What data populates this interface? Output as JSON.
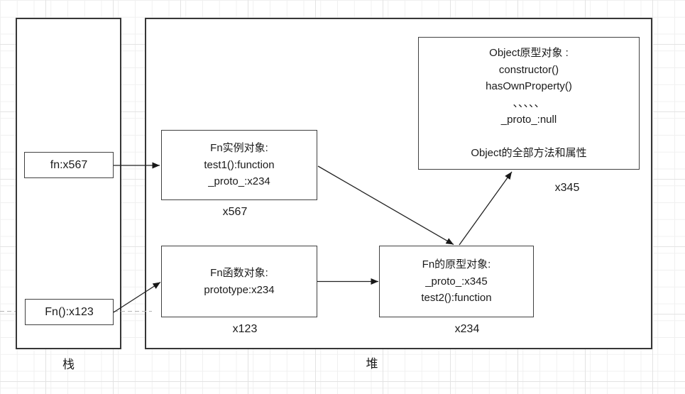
{
  "regions": {
    "stack": {
      "label": "栈"
    },
    "heap": {
      "label": "堆"
    }
  },
  "stack_vars": [
    {
      "text": "fn:x567"
    },
    {
      "text": "Fn():x123"
    }
  ],
  "heap_objects": {
    "instance": {
      "lines": [
        "Fn实例对象:",
        "test1():function",
        "_proto_:x234"
      ],
      "address": "x567"
    },
    "fn_function": {
      "lines": [
        "Fn函数对象:",
        "prototype:x234"
      ],
      "address": "x123"
    },
    "fn_prototype": {
      "lines": [
        "Fn的原型对象:",
        "_proto_:x345",
        "test2():function"
      ],
      "address": "x234"
    },
    "object_prototype": {
      "lines": [
        "Object原型对象 :",
        "constructor()",
        "hasOwnProperty()",
        "、、、、、",
        "_proto_:null",
        "",
        "Object的全部方法和属性"
      ],
      "address": "x345"
    }
  },
  "colors": {
    "shape_border": "#414141",
    "region_border": "#373737",
    "arrow": "#222222",
    "grid_minor": "#f0f0f0",
    "grid_major": "#e3e3e3",
    "guide": "#b3b3b3"
  }
}
